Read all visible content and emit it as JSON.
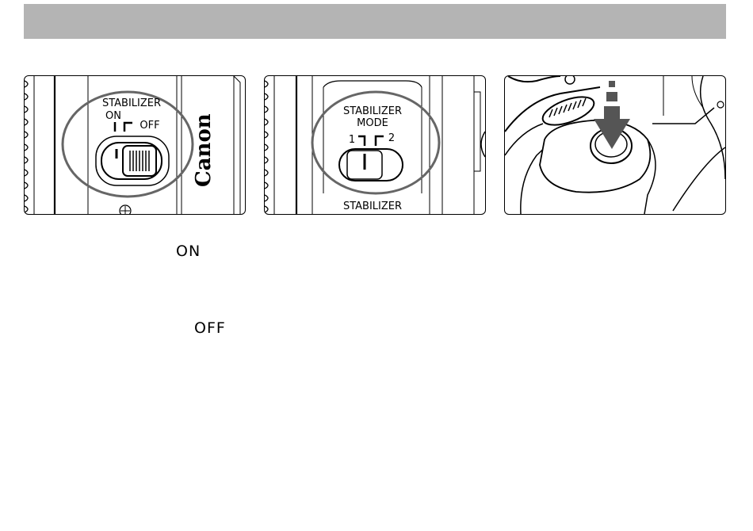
{
  "panels": {
    "panel1": {
      "title": "STABILIZER",
      "on_label": "ON",
      "off_label": "OFF",
      "brand": "Canon"
    },
    "panel2": {
      "title_line1": "STABILIZER",
      "title_line2": "MODE",
      "mode1": "1",
      "mode2": "2",
      "bottom_label": "STABILIZER"
    }
  },
  "body_text": {
    "on": "ON",
    "off": "OFF"
  }
}
